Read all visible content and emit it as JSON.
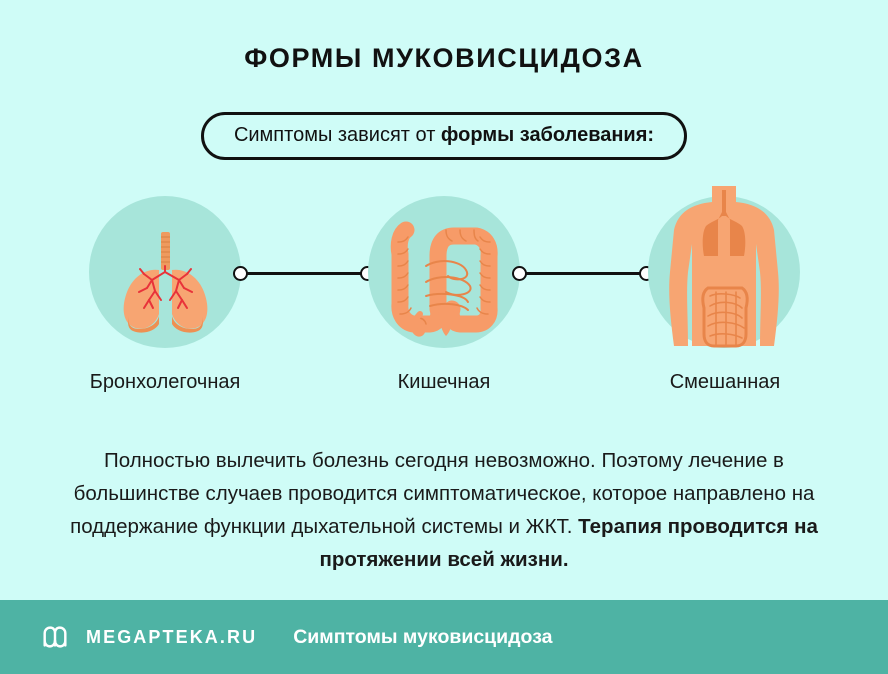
{
  "page": {
    "background_color": "#CFFCF7",
    "title": "ФОРМЫ МУКОВИСЦИДОЗА"
  },
  "callout": {
    "text_normal": "Симптомы зависят от ",
    "text_bold": "формы заболевания:",
    "border_color": "#111111"
  },
  "diagram": {
    "circle_color": "#A7E5DA",
    "organ_color": "#F7A572",
    "organ_shadow_color": "#E8854A",
    "vessel_color": "#E8333A",
    "connector_color": "#111111",
    "nodes": [
      {
        "icon": "lungs-icon",
        "label": "Бронхолегочная"
      },
      {
        "icon": "intestines-icon",
        "label": "Кишечная"
      },
      {
        "icon": "torso-organs-icon",
        "label": "Смешанная"
      }
    ]
  },
  "body": {
    "text_normal": "Полностью вылечить болезнь сегодня невозможно. Поэтому лечение в большинстве случаев проводится симптоматическое, которое направлено на поддержание функции дыхательной системы и ЖКТ. ",
    "text_bold": "Терапия проводится на протяжении всей жизни."
  },
  "footer": {
    "background_color": "#4EB3A4",
    "logo_name": "megapteka-logo",
    "brand": "MEGAPTEKA.RU",
    "caption": "Симптомы муковисцидоза"
  }
}
